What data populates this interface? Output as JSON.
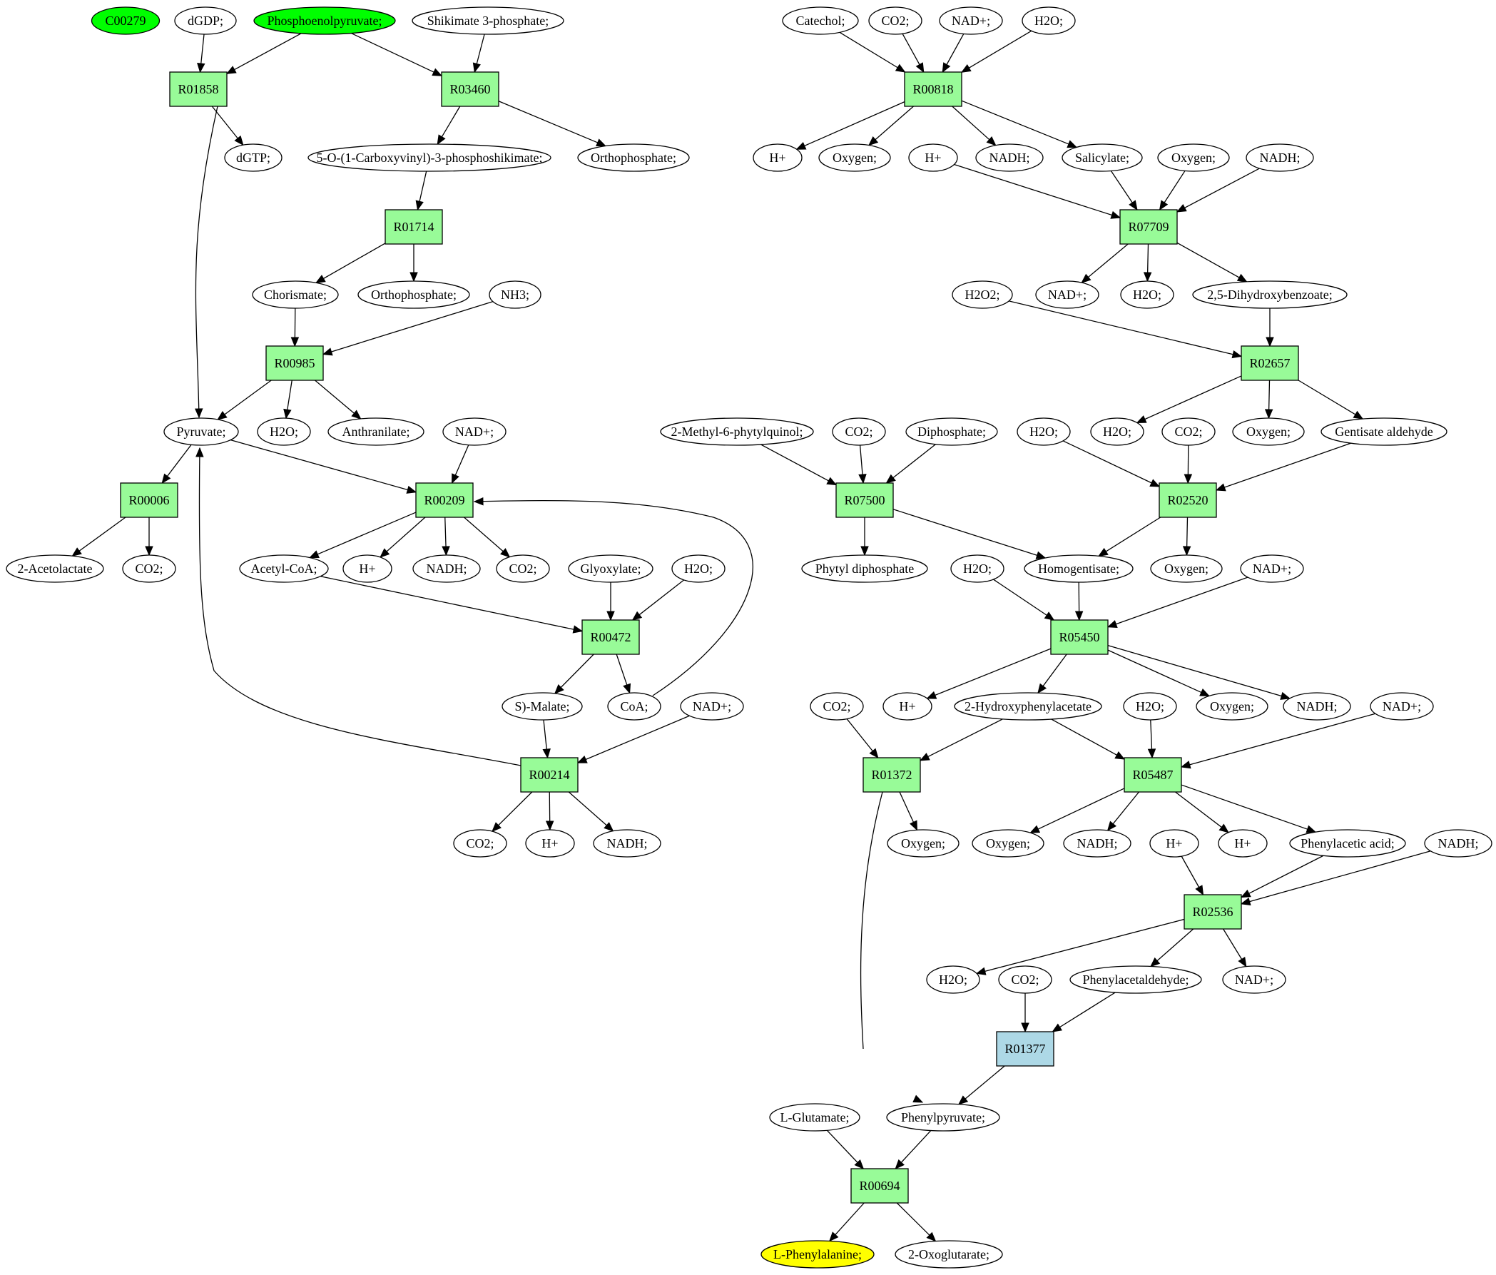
{
  "colors": {
    "reaction": "#98fb98",
    "reaction_highlight": "#add8e6",
    "compound": "#ffffff",
    "source": "#00ff00",
    "target": "#ffff00",
    "stroke": "#000000"
  },
  "nodes": [
    {
      "id": "C00279",
      "label": "C00279",
      "kind": "compound",
      "color": "source"
    },
    {
      "id": "dGDP",
      "label": "dGDP;",
      "kind": "compound"
    },
    {
      "id": "PEP",
      "label": "Phosphoenolpyruvate;",
      "kind": "compound",
      "color": "source"
    },
    {
      "id": "Shik3P",
      "label": "Shikimate 3-phosphate;",
      "kind": "compound"
    },
    {
      "id": "R01858",
      "label": "R01858",
      "kind": "reaction"
    },
    {
      "id": "R03460",
      "label": "R03460",
      "kind": "reaction"
    },
    {
      "id": "dGTP",
      "label": "dGTP;",
      "kind": "compound"
    },
    {
      "id": "CVPS",
      "label": "5-O-(1-Carboxyvinyl)-3-phosphoshikimate;",
      "kind": "compound"
    },
    {
      "id": "Pi1",
      "label": "Orthophosphate;",
      "kind": "compound"
    },
    {
      "id": "R01714",
      "label": "R01714",
      "kind": "reaction"
    },
    {
      "id": "Chorismate",
      "label": "Chorismate;",
      "kind": "compound"
    },
    {
      "id": "Pi2",
      "label": "Orthophosphate;",
      "kind": "compound"
    },
    {
      "id": "NH3",
      "label": "NH3;",
      "kind": "compound"
    },
    {
      "id": "R00985",
      "label": "R00985",
      "kind": "reaction"
    },
    {
      "id": "Pyruvate",
      "label": "Pyruvate;",
      "kind": "compound"
    },
    {
      "id": "H2O_a",
      "label": "H2O;",
      "kind": "compound"
    },
    {
      "id": "Anthranilate",
      "label": "Anthranilate;",
      "kind": "compound"
    },
    {
      "id": "NADp_a",
      "label": "NAD+;",
      "kind": "compound"
    },
    {
      "id": "R00006",
      "label": "R00006",
      "kind": "reaction"
    },
    {
      "id": "R00209",
      "label": "R00209",
      "kind": "reaction"
    },
    {
      "id": "Acetolactate",
      "label": "2-Acetolactate",
      "kind": "compound"
    },
    {
      "id": "CO2_a",
      "label": "CO2;",
      "kind": "compound"
    },
    {
      "id": "AcCoA",
      "label": "Acetyl-CoA;",
      "kind": "compound"
    },
    {
      "id": "Hp_a",
      "label": "H+",
      "kind": "compound"
    },
    {
      "id": "NADH_a",
      "label": "NADH;",
      "kind": "compound"
    },
    {
      "id": "CO2_b",
      "label": "CO2;",
      "kind": "compound"
    },
    {
      "id": "Glyoxylate",
      "label": "Glyoxylate;",
      "kind": "compound"
    },
    {
      "id": "H2O_b",
      "label": "H2O;",
      "kind": "compound"
    },
    {
      "id": "R00472",
      "label": "R00472",
      "kind": "reaction"
    },
    {
      "id": "Malate",
      "label": "S)-Malate;",
      "kind": "compound"
    },
    {
      "id": "CoA",
      "label": "CoA;",
      "kind": "compound"
    },
    {
      "id": "NADp_b",
      "label": "NAD+;",
      "kind": "compound"
    },
    {
      "id": "R00214",
      "label": "R00214",
      "kind": "reaction"
    },
    {
      "id": "CO2_c",
      "label": "CO2;",
      "kind": "compound"
    },
    {
      "id": "Hp_b",
      "label": "H+",
      "kind": "compound"
    },
    {
      "id": "NADH_b",
      "label": "NADH;",
      "kind": "compound"
    },
    {
      "id": "Catechol",
      "label": "Catechol;",
      "kind": "compound"
    },
    {
      "id": "CO2_d",
      "label": "CO2;",
      "kind": "compound"
    },
    {
      "id": "NADp_c",
      "label": "NAD+;",
      "kind": "compound"
    },
    {
      "id": "H2O_c",
      "label": "H2O;",
      "kind": "compound"
    },
    {
      "id": "R00818",
      "label": "R00818",
      "kind": "reaction"
    },
    {
      "id": "Hp_c",
      "label": "H+",
      "kind": "compound"
    },
    {
      "id": "Oxygen_a",
      "label": "Oxygen;",
      "kind": "compound"
    },
    {
      "id": "Hp_d",
      "label": "H+",
      "kind": "compound"
    },
    {
      "id": "NADH_c",
      "label": "NADH;",
      "kind": "compound"
    },
    {
      "id": "Salicylate",
      "label": "Salicylate;",
      "kind": "compound"
    },
    {
      "id": "Oxygen_b",
      "label": "Oxygen;",
      "kind": "compound"
    },
    {
      "id": "NADH_d",
      "label": "NADH;",
      "kind": "compound"
    },
    {
      "id": "R07709",
      "label": "R07709",
      "kind": "reaction"
    },
    {
      "id": "H2O2",
      "label": "H2O2;",
      "kind": "compound"
    },
    {
      "id": "NADp_d",
      "label": "NAD+;",
      "kind": "compound"
    },
    {
      "id": "H2O_d",
      "label": "H2O;",
      "kind": "compound"
    },
    {
      "id": "DHB",
      "label": "2,5-Dihydroxybenzoate;",
      "kind": "compound"
    },
    {
      "id": "R02657",
      "label": "R02657",
      "kind": "reaction"
    },
    {
      "id": "MPQ",
      "label": "2-Methyl-6-phytylquinol;",
      "kind": "compound"
    },
    {
      "id": "CO2_e",
      "label": "CO2;",
      "kind": "compound"
    },
    {
      "id": "Diphosphate",
      "label": "Diphosphate;",
      "kind": "compound"
    },
    {
      "id": "H2O_e",
      "label": "H2O;",
      "kind": "compound"
    },
    {
      "id": "H2O_f",
      "label": "H2O;",
      "kind": "compound"
    },
    {
      "id": "CO2_f",
      "label": "CO2;",
      "kind": "compound"
    },
    {
      "id": "Oxygen_c",
      "label": "Oxygen;",
      "kind": "compound"
    },
    {
      "id": "GentAld",
      "label": "Gentisate aldehyde",
      "kind": "compound"
    },
    {
      "id": "R07500",
      "label": "R07500",
      "kind": "reaction"
    },
    {
      "id": "R02520",
      "label": "R02520",
      "kind": "reaction"
    },
    {
      "id": "PhytylPP",
      "label": "Phytyl diphosphate",
      "kind": "compound"
    },
    {
      "id": "H2O_g",
      "label": "H2O;",
      "kind": "compound"
    },
    {
      "id": "Homogentisate",
      "label": "Homogentisate;",
      "kind": "compound"
    },
    {
      "id": "Oxygen_d",
      "label": "Oxygen;",
      "kind": "compound"
    },
    {
      "id": "NADp_e",
      "label": "NAD+;",
      "kind": "compound"
    },
    {
      "id": "R05450",
      "label": "R05450",
      "kind": "reaction"
    },
    {
      "id": "CO2_g",
      "label": "CO2;",
      "kind": "compound"
    },
    {
      "id": "Hp_e",
      "label": "H+",
      "kind": "compound"
    },
    {
      "id": "HPA",
      "label": "2-Hydroxyphenylacetate",
      "kind": "compound"
    },
    {
      "id": "H2O_h",
      "label": "H2O;",
      "kind": "compound"
    },
    {
      "id": "Oxygen_e",
      "label": "Oxygen;",
      "kind": "compound"
    },
    {
      "id": "NADH_e",
      "label": "NADH;",
      "kind": "compound"
    },
    {
      "id": "NADp_f",
      "label": "NAD+;",
      "kind": "compound"
    },
    {
      "id": "R01372",
      "label": "R01372",
      "kind": "reaction"
    },
    {
      "id": "R05487",
      "label": "R05487",
      "kind": "reaction"
    },
    {
      "id": "Oxygen_f",
      "label": "Oxygen;",
      "kind": "compound"
    },
    {
      "id": "Oxygen_g",
      "label": "Oxygen;",
      "kind": "compound"
    },
    {
      "id": "NADH_f",
      "label": "NADH;",
      "kind": "compound"
    },
    {
      "id": "Hp_f",
      "label": "H+",
      "kind": "compound"
    },
    {
      "id": "Hp_g",
      "label": "H+",
      "kind": "compound"
    },
    {
      "id": "PAA",
      "label": "Phenylacetic acid;",
      "kind": "compound"
    },
    {
      "id": "NADH_g",
      "label": "NADH;",
      "kind": "compound"
    },
    {
      "id": "R02536",
      "label": "R02536",
      "kind": "reaction"
    },
    {
      "id": "H2O_i",
      "label": "H2O;",
      "kind": "compound"
    },
    {
      "id": "CO2_h",
      "label": "CO2;",
      "kind": "compound"
    },
    {
      "id": "PAld",
      "label": "Phenylacetaldehyde;",
      "kind": "compound"
    },
    {
      "id": "NADp_g",
      "label": "NAD+;",
      "kind": "compound"
    },
    {
      "id": "R01377",
      "label": "R01377",
      "kind": "reaction",
      "color": "reaction_highlight"
    },
    {
      "id": "LGlu",
      "label": "L-Glutamate;",
      "kind": "compound"
    },
    {
      "id": "Phenylpyruvate",
      "label": "Phenylpyruvate;",
      "kind": "compound"
    },
    {
      "id": "R00694",
      "label": "R00694",
      "kind": "reaction"
    },
    {
      "id": "LPhe",
      "label": "L-Phenylalanine;",
      "kind": "compound",
      "color": "target"
    },
    {
      "id": "Oxoglutarate",
      "label": "2-Oxoglutarate;",
      "kind": "compound"
    }
  ],
  "edges": [
    [
      "dGDP",
      "R01858"
    ],
    [
      "PEP",
      "R01858"
    ],
    [
      "PEP",
      "R03460"
    ],
    [
      "Shik3P",
      "R03460"
    ],
    [
      "R01858",
      "dGTP"
    ],
    [
      "R01858",
      "Pyruvate"
    ],
    [
      "R03460",
      "CVPS"
    ],
    [
      "R03460",
      "Pi1"
    ],
    [
      "CVPS",
      "R01714"
    ],
    [
      "R01714",
      "Chorismate"
    ],
    [
      "R01714",
      "Pi2"
    ],
    [
      "Chorismate",
      "R00985"
    ],
    [
      "NH3",
      "R00985"
    ],
    [
      "R00985",
      "Pyruvate"
    ],
    [
      "R00985",
      "H2O_a"
    ],
    [
      "R00985",
      "Anthranilate"
    ],
    [
      "Pyruvate",
      "R00006"
    ],
    [
      "Pyruvate",
      "R00209"
    ],
    [
      "NADp_a",
      "R00209"
    ],
    [
      "R00006",
      "Acetolactate"
    ],
    [
      "R00006",
      "CO2_a"
    ],
    [
      "R00209",
      "AcCoA"
    ],
    [
      "R00209",
      "Hp_a"
    ],
    [
      "R00209",
      "NADH_a"
    ],
    [
      "R00209",
      "CO2_b"
    ],
    [
      "AcCoA",
      "R00472"
    ],
    [
      "Glyoxylate",
      "R00472"
    ],
    [
      "H2O_b",
      "R00472"
    ],
    [
      "R00472",
      "Malate"
    ],
    [
      "R00472",
      "CoA"
    ],
    [
      "CoA",
      "R00209"
    ],
    [
      "Malate",
      "R00214"
    ],
    [
      "NADp_b",
      "R00214"
    ],
    [
      "R00214",
      "CO2_c"
    ],
    [
      "R00214",
      "Hp_b"
    ],
    [
      "R00214",
      "NADH_b"
    ],
    [
      "R00214",
      "Pyruvate"
    ],
    [
      "Catechol",
      "R00818"
    ],
    [
      "CO2_d",
      "R00818"
    ],
    [
      "NADp_c",
      "R00818"
    ],
    [
      "H2O_c",
      "R00818"
    ],
    [
      "R00818",
      "Hp_c"
    ],
    [
      "R00818",
      "Oxygen_a"
    ],
    [
      "R00818",
      "NADH_c"
    ],
    [
      "R00818",
      "Salicylate"
    ],
    [
      "Hp_d",
      "R07709"
    ],
    [
      "Salicylate",
      "R07709"
    ],
    [
      "Oxygen_b",
      "R07709"
    ],
    [
      "NADH_d",
      "R07709"
    ],
    [
      "R07709",
      "NADp_d"
    ],
    [
      "R07709",
      "H2O_d"
    ],
    [
      "R07709",
      "DHB"
    ],
    [
      "H2O2",
      "R02657"
    ],
    [
      "DHB",
      "R02657"
    ],
    [
      "R02657",
      "H2O_f"
    ],
    [
      "R02657",
      "Oxygen_c"
    ],
    [
      "R02657",
      "GentAld"
    ],
    [
      "MPQ",
      "R07500"
    ],
    [
      "CO2_e",
      "R07500"
    ],
    [
      "Diphosphate",
      "R07500"
    ],
    [
      "R07500",
      "PhytylPP"
    ],
    [
      "R07500",
      "Homogentisate"
    ],
    [
      "H2O_e",
      "R02520"
    ],
    [
      "CO2_f",
      "R02520"
    ],
    [
      "GentAld",
      "R02520"
    ],
    [
      "R02520",
      "Homogentisate"
    ],
    [
      "R02520",
      "Oxygen_d"
    ],
    [
      "H2O_g",
      "R05450"
    ],
    [
      "Homogentisate",
      "R05450"
    ],
    [
      "NADp_e",
      "R05450"
    ],
    [
      "R05450",
      "Hp_e"
    ],
    [
      "R05450",
      "HPA"
    ],
    [
      "R05450",
      "Oxygen_e"
    ],
    [
      "R05450",
      "NADH_e"
    ],
    [
      "CO2_g",
      "R01372"
    ],
    [
      "HPA",
      "R01372"
    ],
    [
      "HPA",
      "R05487"
    ],
    [
      "H2O_h",
      "R05487"
    ],
    [
      "NADp_f",
      "R05487"
    ],
    [
      "R01372",
      "Oxygen_f"
    ],
    [
      "R01372",
      "Phenylpyruvate"
    ],
    [
      "R05487",
      "Oxygen_g"
    ],
    [
      "R05487",
      "NADH_f"
    ],
    [
      "R05487",
      "Hp_g"
    ],
    [
      "R05487",
      "PAA"
    ],
    [
      "Hp_f",
      "R02536"
    ],
    [
      "PAA",
      "R02536"
    ],
    [
      "NADH_g",
      "R02536"
    ],
    [
      "R02536",
      "H2O_i"
    ],
    [
      "R02536",
      "PAld"
    ],
    [
      "R02536",
      "NADp_g"
    ],
    [
      "CO2_h",
      "R01377"
    ],
    [
      "PAld",
      "R01377"
    ],
    [
      "R01377",
      "Phenylpyruvate"
    ],
    [
      "LGlu",
      "R00694"
    ],
    [
      "Phenylpyruvate",
      "R00694"
    ],
    [
      "R00694",
      "LPhe"
    ],
    [
      "R00694",
      "Oxoglutarate"
    ]
  ]
}
